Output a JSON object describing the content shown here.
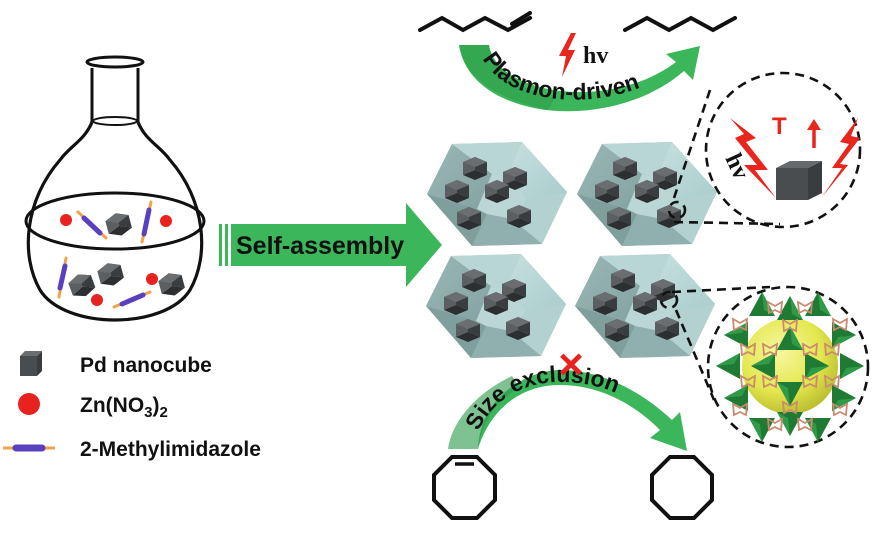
{
  "legend": {
    "items": [
      {
        "icon": "pd-nanocube-icon",
        "label": "Pd nanocube"
      },
      {
        "icon": "zn-nitrate-dot-icon",
        "label_main": "Zn(NO",
        "label_sub1": "3",
        "label_close": ")",
        "label_sub2": "2"
      },
      {
        "icon": "methylimidazole-rod-icon",
        "label": "2-Methylimidazole"
      }
    ]
  },
  "process": {
    "self_assembly_label": "Self-assembly"
  },
  "reactions": {
    "top": {
      "label": "Plasmon-driven",
      "light_label": "hv",
      "reactant": "1-hexene",
      "product": "hexane"
    },
    "bottom": {
      "label": "Size exclusion",
      "blocked_marker": "×",
      "reactant": "cyclooctene",
      "product": "cyclooctane"
    }
  },
  "insets": {
    "photothermal": {
      "light_label": "hv",
      "temperature_label": "T",
      "temperature_arrow": "↑"
    },
    "zif_pore": {
      "description": "ZIF-8 cage"
    }
  },
  "colors": {
    "green_arrow": "#3cb65a",
    "green_dark": "#2a9a47",
    "lightning_red": "#e8261c",
    "zn_red": "#e8231f",
    "linker_purple": "#5a3fbf",
    "linker_orange": "#f2a24a",
    "cube_gray": "#4a4d50",
    "crystal_teal": "#a9cfcd",
    "pore_yellow": "#e9eb5a",
    "tetra_green": "#1f7a34"
  }
}
